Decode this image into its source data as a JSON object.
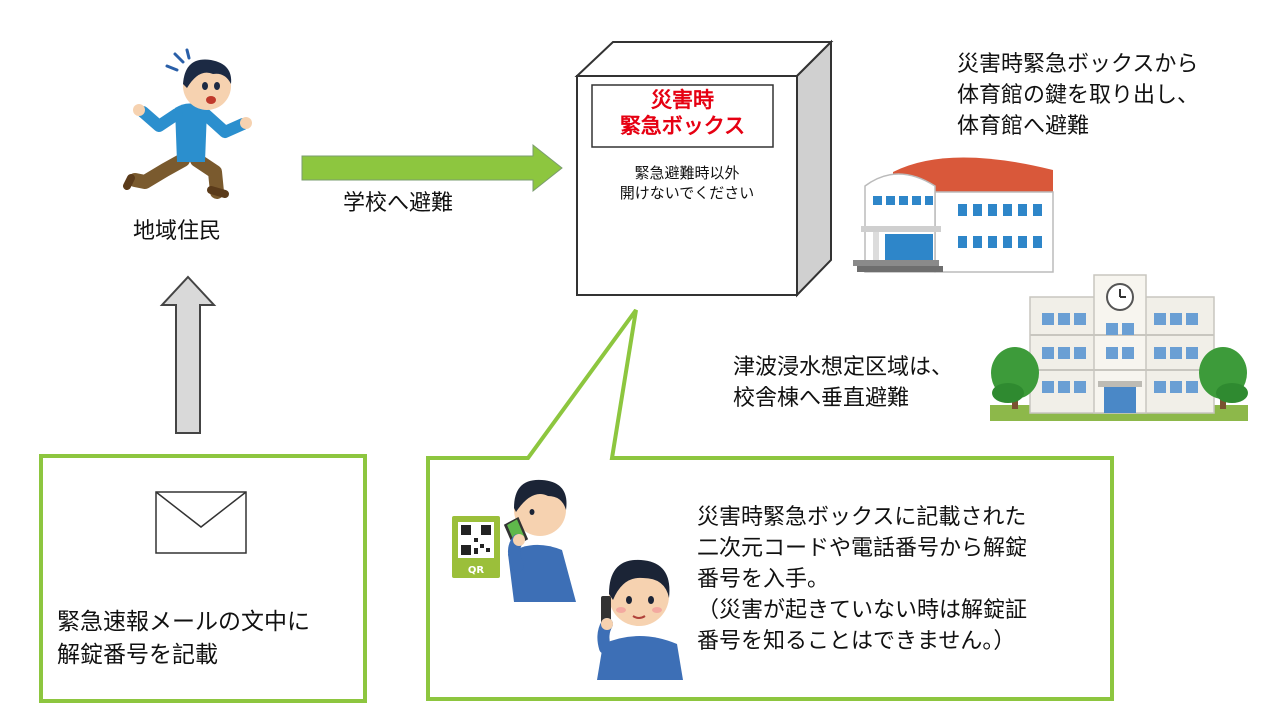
{
  "resident": {
    "label": "地域住民"
  },
  "arrow_to_school": {
    "label": "学校へ避難"
  },
  "emergency_box": {
    "title_line1": "災害時",
    "title_line2": "緊急ボックス",
    "notice_line1": "緊急避難時以外",
    "notice_line2": "開けないでください",
    "title_color": "#e60012"
  },
  "gym_instruction": {
    "line1": "災害時緊急ボックスから",
    "line2": "体育館の鍵を取り出し、",
    "line3": "体育館へ避難"
  },
  "tsunami_instruction": {
    "line1": "津波浸水想定区域は、",
    "line2": "校舎棟へ垂直避難"
  },
  "email_box": {
    "line1": "緊急速報メールの文中に",
    "line2": "解錠番号を記載",
    "icon": "envelope-icon"
  },
  "qr_box": {
    "line1": "災害時緊急ボックスに記載された",
    "line2": "二次元コードや電話番号から解錠",
    "line3": "番号を入手。",
    "line4": "（災害が起きていない時は解錠証",
    "line5": "番号を知ることはできません。）",
    "qr_label": "QR"
  },
  "colors": {
    "accent_green": "#8dc63f",
    "arrow_gray": "#d9d9d9"
  }
}
